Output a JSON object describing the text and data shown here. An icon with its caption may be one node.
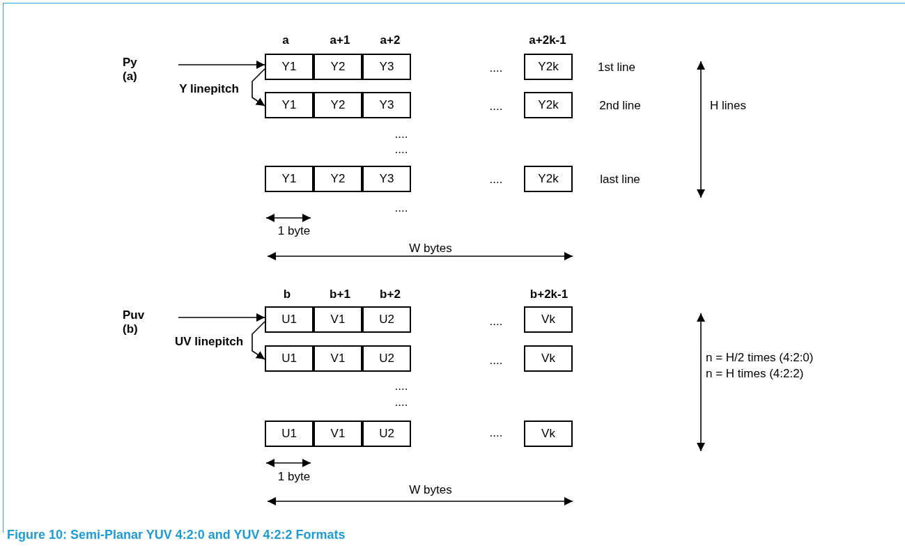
{
  "diagram": {
    "caption": "Figure 10:  Semi-Planar YUV 4:2:0 and YUV 4:2:2 Formats",
    "nodes": [
      {
        "text": [
          "Py (a)"
        ]
      },
      {
        "text": [
          "Y1"
        ]
      },
      {
        "text": [
          "Y2"
        ]
      },
      {
        "text": [
          "Y3"
        ]
      },
      {
        "text": [
          "Y2k"
        ]
      },
      {
        "text": [
          "Y1"
        ]
      },
      {
        "text": [
          "Y2"
        ]
      },
      {
        "text": [
          "Y3"
        ]
      },
      {
        "text": [
          "Y2k"
        ]
      },
      {
        "text": [
          "Y1"
        ]
      },
      {
        "text": [
          "Y2"
        ]
      },
      {
        "text": [
          "Y3"
        ]
      },
      {
        "text": [
          "Y2k"
        ]
      },
      {
        "text": [
          "Puv (b)"
        ]
      },
      {
        "text": [
          "U1"
        ]
      },
      {
        "text": [
          "V1"
        ]
      },
      {
        "text": [
          "U2"
        ]
      },
      {
        "text": [
          "Vk"
        ]
      },
      {
        "text": [
          "U1"
        ]
      },
      {
        "text": [
          "V1"
        ]
      },
      {
        "text": [
          "U2"
        ]
      },
      {
        "text": [
          "Vk"
        ]
      },
      {
        "text": [
          "U1"
        ]
      },
      {
        "text": [
          "V1"
        ]
      },
      {
        "text": [
          "U2"
        ]
      },
      {
        "text": [
          "Vk"
        ]
      }
    ],
    "edges": [
      {
        "from": 0,
        "to": 1,
        "arrow": "to"
      },
      {
        "from": 1,
        "to": 5,
        "arrow": "to",
        "label": "Y linepitch"
      },
      {
        "from": 13,
        "to": 14,
        "arrow": "to"
      },
      {
        "from": 14,
        "to": 18,
        "arrow": "to",
        "label": "UV linepitch"
      }
    ],
    "labels": [
      "a",
      "a+1",
      "a+2",
      "a+2k-1",
      "....",
      "1st line",
      "....",
      "2nd line",
      "....",
      "....",
      "....",
      "last line",
      "....",
      "H lines",
      "1 byte",
      "W bytes",
      "b",
      "b+1",
      "b+2",
      "b+2k-1",
      "....",
      "....",
      "....",
      "....",
      "....",
      "n = H/2 times (4:2:0)",
      "n = H times (4:2:2)",
      "1 byte",
      "W bytes"
    ]
  }
}
